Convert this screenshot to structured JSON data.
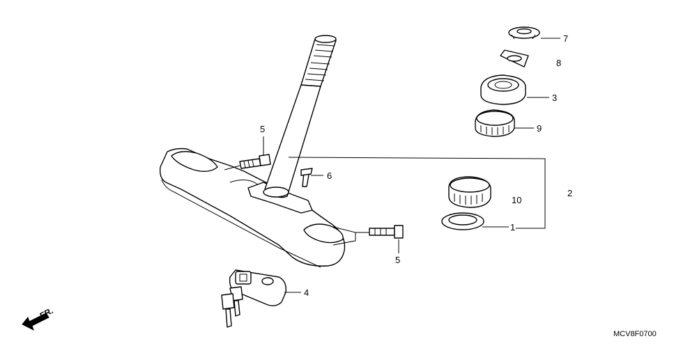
{
  "diagram": {
    "code": "MCV8F0700",
    "direction_label": "FR.",
    "colors": {
      "line": "#000000",
      "background": "#ffffff"
    },
    "parts": [
      {
        "number": "1"
      },
      {
        "number": "2"
      },
      {
        "number": "3"
      },
      {
        "number": "4"
      },
      {
        "number": "5"
      },
      {
        "number": "5"
      },
      {
        "number": "6"
      },
      {
        "number": "7"
      },
      {
        "number": "8"
      },
      {
        "number": "9"
      },
      {
        "number": "10"
      }
    ]
  }
}
